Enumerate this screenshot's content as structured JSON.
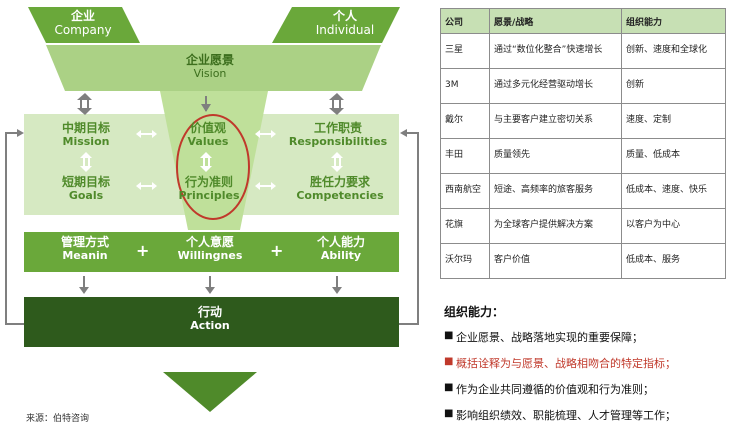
{
  "diagram": {
    "company": {
      "cn": "企业",
      "en": "Company"
    },
    "individual": {
      "cn": "个人",
      "en": "Individual"
    },
    "vision": {
      "cn": "企业愿景",
      "en": "Vision"
    },
    "mission": {
      "cn": "中期目标",
      "en": "Mission"
    },
    "values": {
      "cn": "价值观",
      "en": "Values"
    },
    "responsibilities": {
      "cn": "工作职责",
      "en": "Responsibilities"
    },
    "goals": {
      "cn": "短期目标",
      "en": "Goals"
    },
    "principles": {
      "cn": "行为准则",
      "en": "Principles"
    },
    "competencies": {
      "cn": "胜任力要求",
      "en": "Competencies"
    },
    "meaning": {
      "cn": "管理方式",
      "en": "Meanin"
    },
    "willingness": {
      "cn": "个人意愿",
      "en": "Willingnes"
    },
    "ability": {
      "cn": "个人能力",
      "en": "Ability"
    },
    "plus": "+",
    "action": {
      "cn": "行动",
      "en": "Action"
    },
    "source": "来源：伯特咨询"
  },
  "table": {
    "headers": [
      "公司",
      "愿景/战略",
      "组织能力"
    ],
    "rows": [
      [
        "三星",
        "通过“数位化整合”快速增长",
        "创新、速度和全球化"
      ],
      [
        "3M",
        "通过多元化经营驱动增长",
        "创新"
      ],
      [
        "戴尔",
        "与主要客户建立密切关系",
        "速度、定制"
      ],
      [
        "丰田",
        "质量领先",
        "质量、低成本"
      ],
      [
        "西南航空",
        "短途、高频率的旅客服务",
        "低成本、速度、快乐"
      ],
      [
        "花旗",
        "为全球客户提供解决方案",
        "以客户为中心"
      ],
      [
        "沃尔玛",
        "客户价值",
        "低成本、服务"
      ]
    ]
  },
  "notes": {
    "title": "组织能力：",
    "items": [
      "企业愿景、战略落地实现的重要保障；",
      "概括诠释为与愿景、战略相吻合的特定指标；",
      "作为企业共同遵循的价值观和行为准则；",
      "影响组织绩效、职能梳理、人才管理等工作；"
    ],
    "bullet": "■",
    "highlight_color": "#c0392b"
  },
  "colors": {
    "green_dark": "#2e5a1c",
    "green_mid": "#6aa83a",
    "green_light": "#a6cf7e",
    "green_pale": "#d6e9c2",
    "circle": "#c0392b"
  }
}
